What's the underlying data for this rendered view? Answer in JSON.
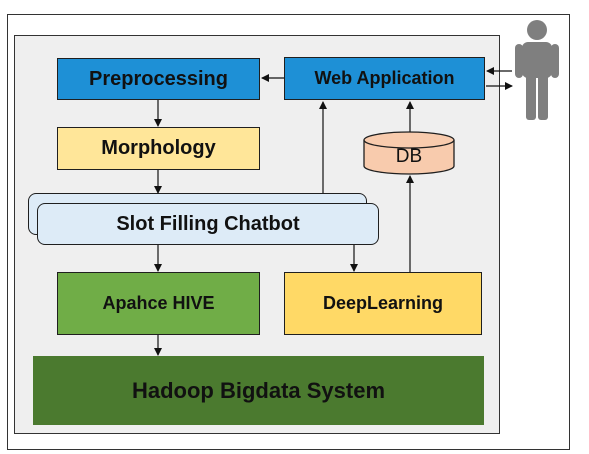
{
  "diagram": {
    "colors": {
      "blue": "#1e90d6",
      "yellow": "#ffe699",
      "light_blue": "#ddebf7",
      "green": "#70ad47",
      "orange": "#ffd966",
      "dark_green": "#4b7a2f",
      "db_fill": "#f8cbad",
      "panel_bg": "#efefef",
      "person": "#7f7f7f"
    },
    "nodes": {
      "preprocessing": "Preprocessing",
      "web_application": "Web Application",
      "morphology": "Morphology",
      "db": "DB",
      "chatbot": "Slot Filling Chatbot",
      "hive": "Apahce HIVE",
      "deeplearning": "DeepLearning",
      "hadoop": "Hadoop Bigdata System"
    }
  }
}
